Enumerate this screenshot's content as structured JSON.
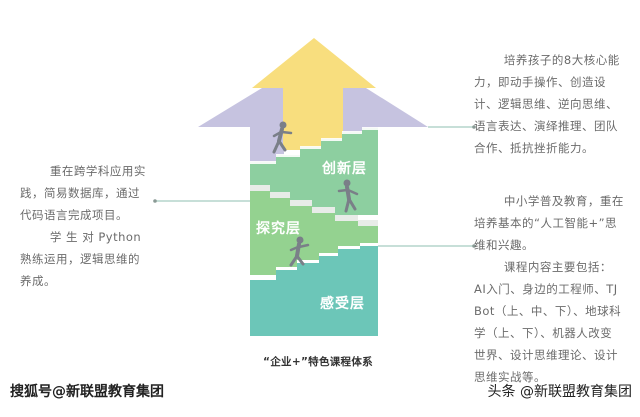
{
  "diagram": {
    "title": "“企业+”特色课程体系",
    "colors": {
      "arrow_tip": "#F8DE7E",
      "arrow_wings": "#C6C3E0",
      "innovation_layer": "#8DCFA0",
      "inquiry_layer": "#94D290",
      "perception_layer": "#6CC6B8",
      "figure": "#7A7F88",
      "connector": "#7FB8A8"
    },
    "layers": [
      {
        "name": "创新层",
        "id": "innovation"
      },
      {
        "name": "探究层",
        "id": "inquiry"
      },
      {
        "name": "感受层",
        "id": "perception"
      }
    ],
    "descriptions": {
      "innovation": [
        "培养孩子的8大核心能力，即动手操作、创造设计、逻辑思维、逆向思维、语言表达、演绎推理、团队合作、抵抗挫折能力。"
      ],
      "inquiry": [
        "重在跨学科应用实践，简易数据库，通过代码语言完成项目。",
        "学 生 对 Python熟练运用，逻辑思维的养成。"
      ],
      "perception": [
        "中小学普及教育，重在培养基本的“人工智能+”思维和兴趣。",
        "课程内容主要包括：AI入门、身边的工程师、TJ Bot（上、中、下）、地球科学（上、下）、机器人改变世界、设计思维理论、设计思维实战等。"
      ]
    }
  },
  "footer": {
    "left": "搜狐号@新联盟教育集团",
    "right": "头条 @新联盟教育集团"
  }
}
